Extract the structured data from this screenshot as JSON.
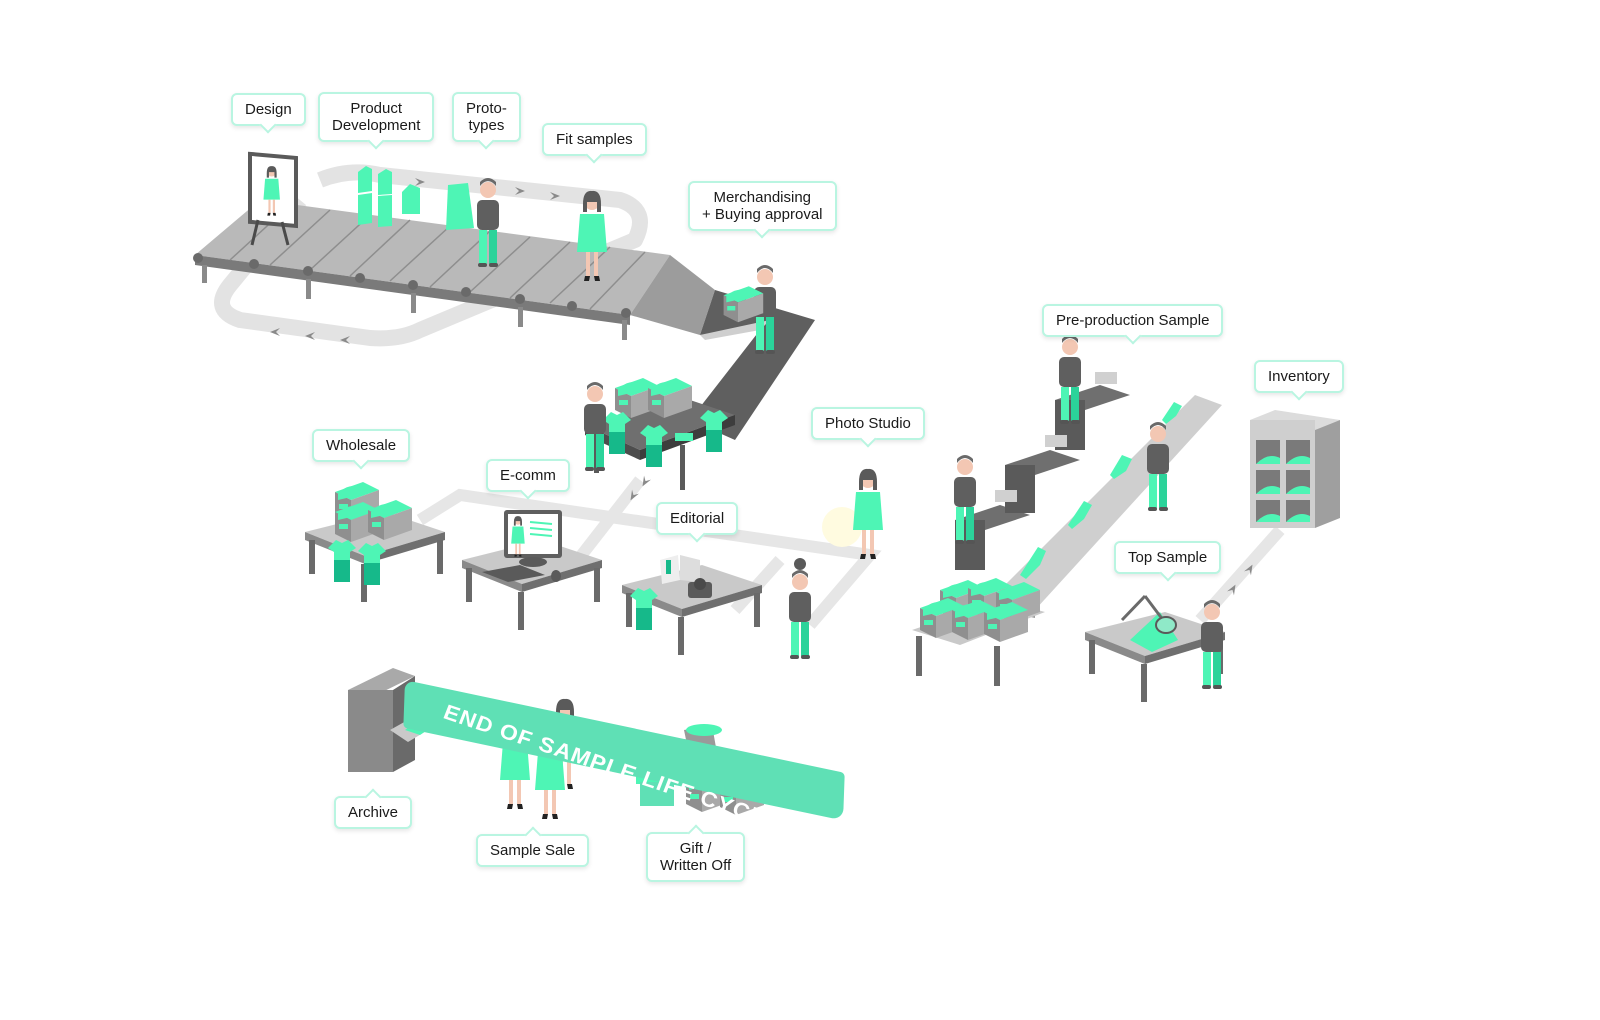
{
  "title": "Sample life cycle",
  "stages": {
    "design": "Design",
    "product_development": [
      "Product",
      "Development"
    ],
    "prototypes": [
      "Proto-",
      "types"
    ],
    "fit_samples": "Fit samples",
    "merchandising": [
      "Merchandising",
      "+ Buying approval"
    ],
    "pre_production": "Pre-production Sample",
    "inventory": "Inventory",
    "top_sample": "Top Sample",
    "photo_studio": "Photo Studio",
    "wholesale": "Wholesale",
    "ecomm": "E-comm",
    "editorial": "Editorial"
  },
  "end_of_life": {
    "banner": "END OF SAMPLE LIFE CYCLE",
    "archive": "Archive",
    "sample_sale": "Sample Sale",
    "gift": [
      "Gift /",
      "Written Off"
    ]
  },
  "colors": {
    "accent": "#4ef5b5",
    "accent_dark": "#16b98a",
    "banner": "#5fe0b5",
    "bubble_border": "#b9f5e1",
    "gray_light": "#cfcfcf",
    "gray_mid": "#9a9a9a",
    "gray_dark": "#5f5f5f",
    "path": "#e6e6e6"
  }
}
